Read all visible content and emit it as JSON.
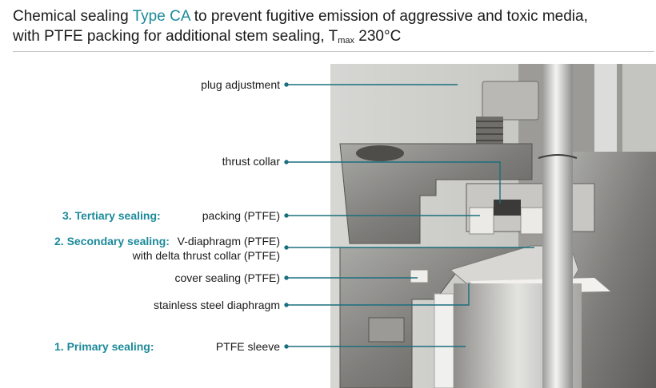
{
  "title": {
    "line1_pre": "Chemical sealing ",
    "line1_accent": "Type CA",
    "line1_post": " to prevent fugitive emission of aggressive and toxic media,",
    "line2_pre": "with PTFE packing for additional stem sealing, T",
    "line2_sub": "max",
    "line2_post": " 230°C"
  },
  "labels": {
    "plug_adjustment": "plug adjustment",
    "thrust_collar": "thrust collar",
    "packing": "packing (PTFE)",
    "v_diaphragm": "V-diaphragm (PTFE)",
    "delta_collar": "with delta thrust collar (PTFE)",
    "cover_sealing": "cover sealing (PTFE)",
    "steel_diaphragm": "stainless steel diaphragm",
    "ptfe_sleeve": "PTFE sleeve"
  },
  "stages": {
    "tertiary": "3. Tertiary sealing:",
    "secondary": "2. Secondary sealing:",
    "primary": "1. Primary sealing:"
  },
  "colors": {
    "accent": "#1b8a9a",
    "leader": "#1b6f7e"
  }
}
